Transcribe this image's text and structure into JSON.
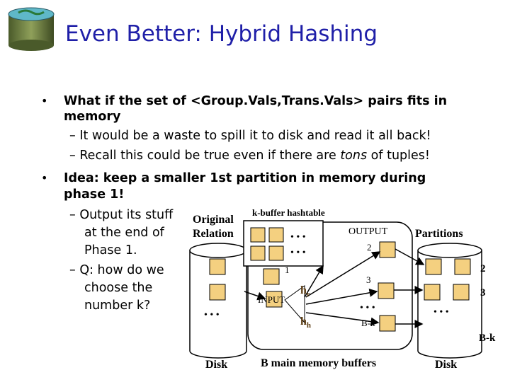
{
  "slide": {
    "title": "Even Better: Hybrid Hashing",
    "bullet1": {
      "line1": "What if the set of <Group.Vals,Trans.Vals> pairs fits in",
      "line2": "memory",
      "sub1": "– It would be a waste to spill it to disk and read it all back!",
      "sub2_pre": "– Recall this could be true even if there are ",
      "sub2_em": "tons",
      "sub2_post": " of tuples!"
    },
    "bullet2": {
      "line1": "Idea: keep a smaller 1st partition in memory during",
      "line2": "phase 1!",
      "sub1_l1": "– Output its stuff",
      "sub1_l2": "at the end of",
      "sub1_l3": "Phase 1.",
      "sub2_l1": "– Q: how do we",
      "sub2_l2": "choose the",
      "sub2_l3": "number k?"
    }
  },
  "diagram": {
    "original": "Original",
    "relation": "Relation",
    "kbuffer": "k-buffer hashtable",
    "output": "OUTPUT",
    "partitions": "Partitions",
    "input": "INPUT",
    "hr": "h",
    "hr_sub": "r",
    "hh": "h",
    "hh_sub": "h",
    "n1": "1",
    "n2": "2",
    "n3": "3",
    "n2r": "2",
    "n3r": "3",
    "bk": "B-k",
    "bkr": "B-k",
    "disk_left": "Disk",
    "disk_right": "Disk",
    "bmm": "B main memory buffers",
    "ellipsis": "• • •"
  }
}
